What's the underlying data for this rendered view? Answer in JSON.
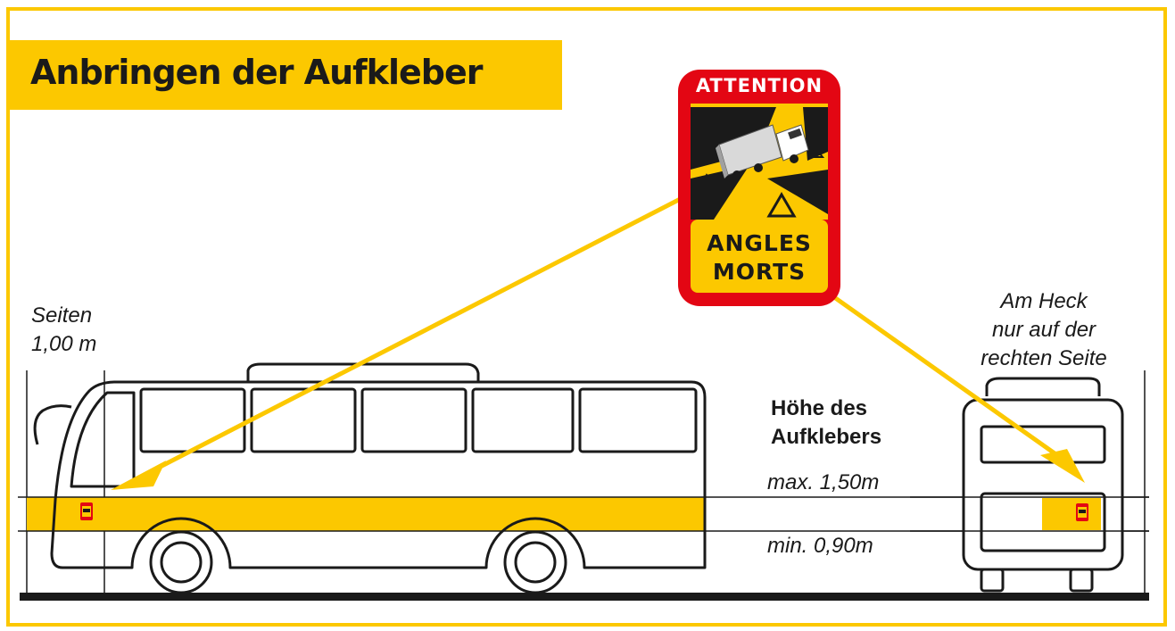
{
  "title": "Anbringen der Aufkleber",
  "sticker": {
    "top_text": "ATTENTION",
    "bottom_line1": "ANGLES",
    "bottom_line2": "MORTS"
  },
  "labels": {
    "sides_line1": "Seiten",
    "sides_line2": "1,00 m",
    "rear_line1": "Am Heck",
    "rear_line2": "nur auf der",
    "rear_line3": "rechten Seite",
    "height_line1": "Höhe des",
    "height_line2": "Aufklebers",
    "max_height": "max. 1,50m",
    "min_height": "min. 0,90m"
  },
  "colors": {
    "yellow": "#fcc800",
    "red": "#e30613",
    "black": "#1a1a1a"
  }
}
